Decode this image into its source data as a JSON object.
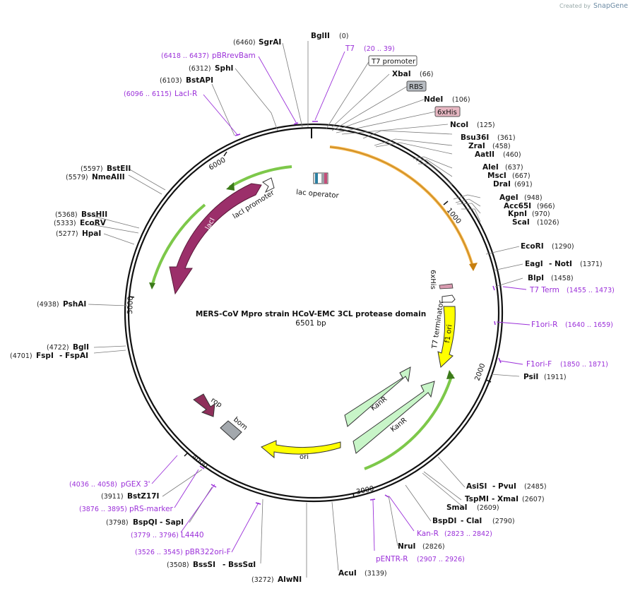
{
  "brand": {
    "created_by": "Created by",
    "name": "SnapGene"
  },
  "plasmid": {
    "name": "MERS-CoV Mpro strain HCoV-EMC 3CL protease domain",
    "length_label": "6501 bp",
    "length": 6501
  },
  "ticks": [
    {
      "pos": 1000,
      "label": "1000"
    },
    {
      "pos": 2000,
      "label": "2000"
    },
    {
      "pos": 3000,
      "label": "3000"
    },
    {
      "pos": 4000,
      "label": "4000"
    },
    {
      "pos": 5000,
      "label": "5000"
    },
    {
      "pos": 6000,
      "label": "6000"
    }
  ],
  "sites": [
    {
      "name": "BglII",
      "pos": "(0)"
    },
    {
      "name": "XbaI",
      "pos": "(66)"
    },
    {
      "name": "NdeI",
      "pos": "(106)"
    },
    {
      "name": "NcoI",
      "pos": "(125)"
    },
    {
      "name": "Bsu36I",
      "pos": "(361)"
    },
    {
      "name": "ZraI",
      "pos": "(458)"
    },
    {
      "name": "AatII",
      "pos": "(460)"
    },
    {
      "name": "AleI",
      "pos": "(637)"
    },
    {
      "name": "MscI",
      "pos": "(667)"
    },
    {
      "name": "DraI",
      "pos": "(691)"
    },
    {
      "name": "AgeI",
      "pos": "(948)"
    },
    {
      "name": "Acc65I",
      "pos": "(966)"
    },
    {
      "name": "KpnI",
      "pos": "(970)"
    },
    {
      "name": "ScaI",
      "pos": "(1026)"
    },
    {
      "name": "EcoRI",
      "pos": "(1290)"
    },
    {
      "name": "EagI",
      "name2": "- NotI",
      "pos": "(1371)"
    },
    {
      "name": "BlpI",
      "pos": "(1458)"
    },
    {
      "name": "PsiI",
      "pos": "(1911)"
    },
    {
      "name": "AsiSI",
      "name2": "- PvuI",
      "pos": "(2485)"
    },
    {
      "name": "TspMI",
      "name2": "- XmaI",
      "pos": "(2607)"
    },
    {
      "name": "SmaI",
      "pos": "(2609)"
    },
    {
      "name": "BspDI",
      "name2": "- ClaI",
      "pos": "(2790)"
    },
    {
      "name": "NruI",
      "pos": "(2826)"
    },
    {
      "name": "AcuI",
      "pos": "(3139)"
    },
    {
      "name": "AlwNI",
      "pos": "(3272)"
    },
    {
      "name": "BssSI",
      "name2": "- BssSαI",
      "pos": "(3508)"
    },
    {
      "name": "BspQI",
      "name2": "- SapI",
      "pos": "(3798)"
    },
    {
      "name": "BstZ17I",
      "pos": "(3911)"
    },
    {
      "name": "FspI",
      "name2": "- FspAI",
      "pos": "(4701)"
    },
    {
      "name": "BglI",
      "pos": "(4722)"
    },
    {
      "name": "PshAI",
      "pos": "(4938)"
    },
    {
      "name": "HpaI",
      "pos": "(5277)"
    },
    {
      "name": "EcoRV",
      "pos": "(5333)"
    },
    {
      "name": "BssHII",
      "pos": "(5368)"
    },
    {
      "name": "NmeAIII",
      "pos": "(5579)"
    },
    {
      "name": "BstEII",
      "pos": "(5597)"
    },
    {
      "name": "BstAPI",
      "pos": "(6103)"
    },
    {
      "name": "SphI",
      "pos": "(6312)"
    },
    {
      "name": "SgrAI",
      "pos": "(6460)"
    }
  ],
  "primers": [
    {
      "name": "T7",
      "range": "(20 .. 39)"
    },
    {
      "name": "T7 Term",
      "range": "(1455 .. 1473)"
    },
    {
      "name": "F1ori-R",
      "range": "(1640 .. 1659)"
    },
    {
      "name": "F1ori-F",
      "range": "(1850 .. 1871)"
    },
    {
      "name": "Kan-R",
      "range": "(2823 .. 2842)"
    },
    {
      "name": "pENTR-R",
      "range": "(2907 .. 2926)"
    },
    {
      "name": "pBR322ori-F",
      "range": "(3526 .. 3545)"
    },
    {
      "name": "L4440",
      "range": "(3779 .. 3796)"
    },
    {
      "name": "pRS-marker",
      "range": "(3876 .. 3895)"
    },
    {
      "name": "pGEX 3'",
      "range": "(4036 .. 4058)"
    },
    {
      "name": "LacI-R",
      "range": "(6096 .. 6115)"
    },
    {
      "name": "pBRrevBam",
      "range": "(6418 .. 6437)"
    }
  ],
  "boxed": {
    "t7_promoter": "T7 promoter",
    "rbs": "RBS",
    "his": "6xHis"
  },
  "features": {
    "lac_operator": "lac operator",
    "lacI_promoter": "lacI promoter",
    "lacI": "lacI",
    "his_inner": "6xHis",
    "t7_terminator": "T7 terminator",
    "f1_ori": "f1 ori",
    "kanr1": "KanR",
    "kanr2": "KanR",
    "ori": "ori",
    "rop": "rop",
    "bom": "bom"
  },
  "colors": {
    "backbone": "#111111",
    "orf_orange": "#f4b142",
    "green_arrow": "#7dc84a",
    "lacI": "#9b2f6a",
    "f1_ori": "#ffff00",
    "kanr": "#c8f5c8",
    "ori": "#ffff00",
    "rop": "#8e2f5a",
    "bom": "#a3a8ad",
    "primer": "#9b30d9",
    "rbs_box": "#b7bcc2",
    "his_box": "#e7b7c2"
  }
}
